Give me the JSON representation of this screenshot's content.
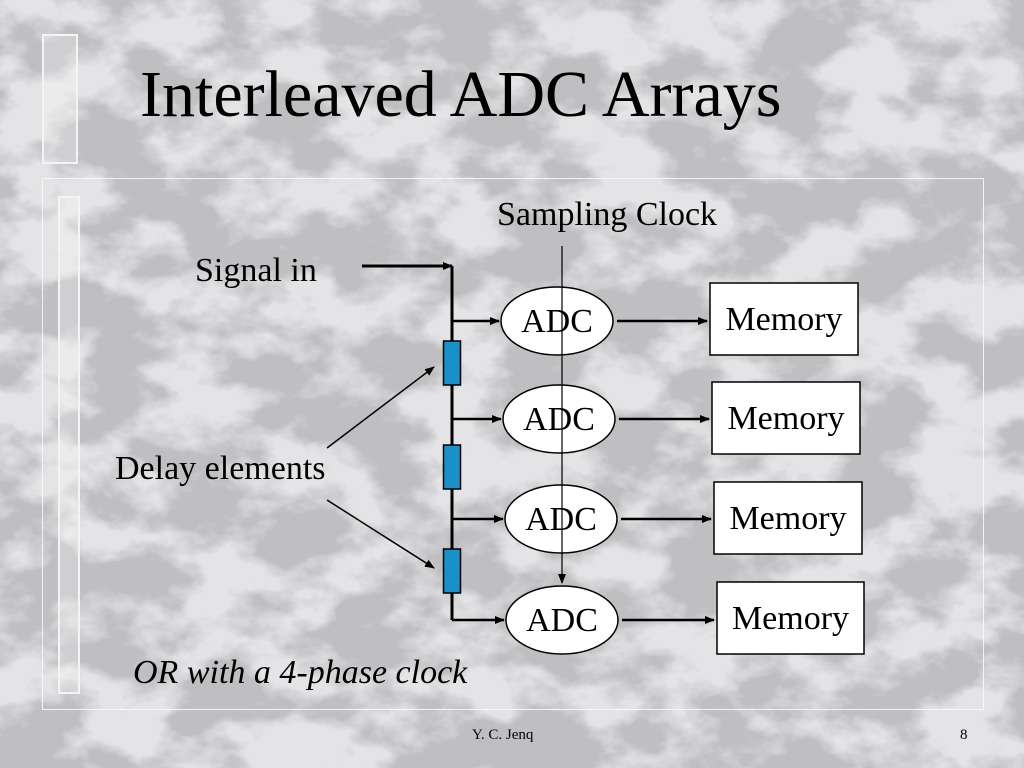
{
  "slide": {
    "title": "Interleaved ADC Arrays",
    "footer_author": "Y. C. Jenq",
    "page_number": "8"
  },
  "diagram": {
    "signal_label": "Signal in",
    "clock_label": "Sampling Clock",
    "delay_label": "Delay elements",
    "note": "OR with a 4-phase clock",
    "adc_label": "ADC",
    "memory_label": "Memory",
    "stage_count": 4,
    "delay_element_count": 3,
    "colors": {
      "delay_fill": "#1b8fc8",
      "line": "#000000",
      "box_fill": "#ffffff"
    }
  }
}
